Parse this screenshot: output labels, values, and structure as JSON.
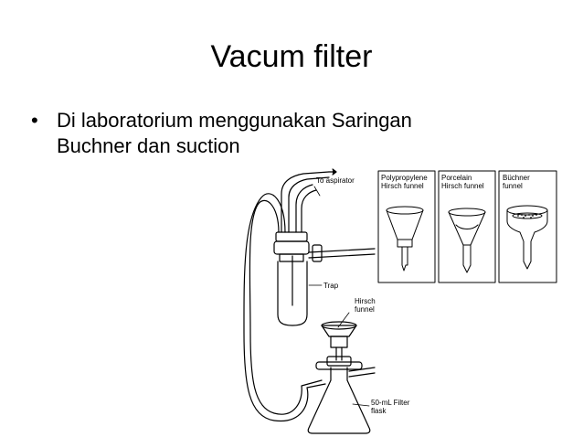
{
  "slide": {
    "title": "Vacum filter",
    "bullets": [
      {
        "marker": "•",
        "line1": "Di laboratorium menggunakan Saringan",
        "line2": "Buchner dan suction"
      }
    ]
  },
  "figure": {
    "labels": {
      "aspirator": "To aspirator",
      "trap": "Trap",
      "hirsch_line1": "Hirsch",
      "hirsch_line2": "funnel",
      "flask_line1": "50-mL Filter",
      "flask_line2": "flask"
    },
    "panel": [
      {
        "line1": "Polypropylene",
        "line2": "Hirsch funnel"
      },
      {
        "line1": "Porcelain",
        "line2": "Hirsch funnel"
      },
      {
        "line1": "Büchner",
        "line2": "funnel"
      }
    ]
  }
}
